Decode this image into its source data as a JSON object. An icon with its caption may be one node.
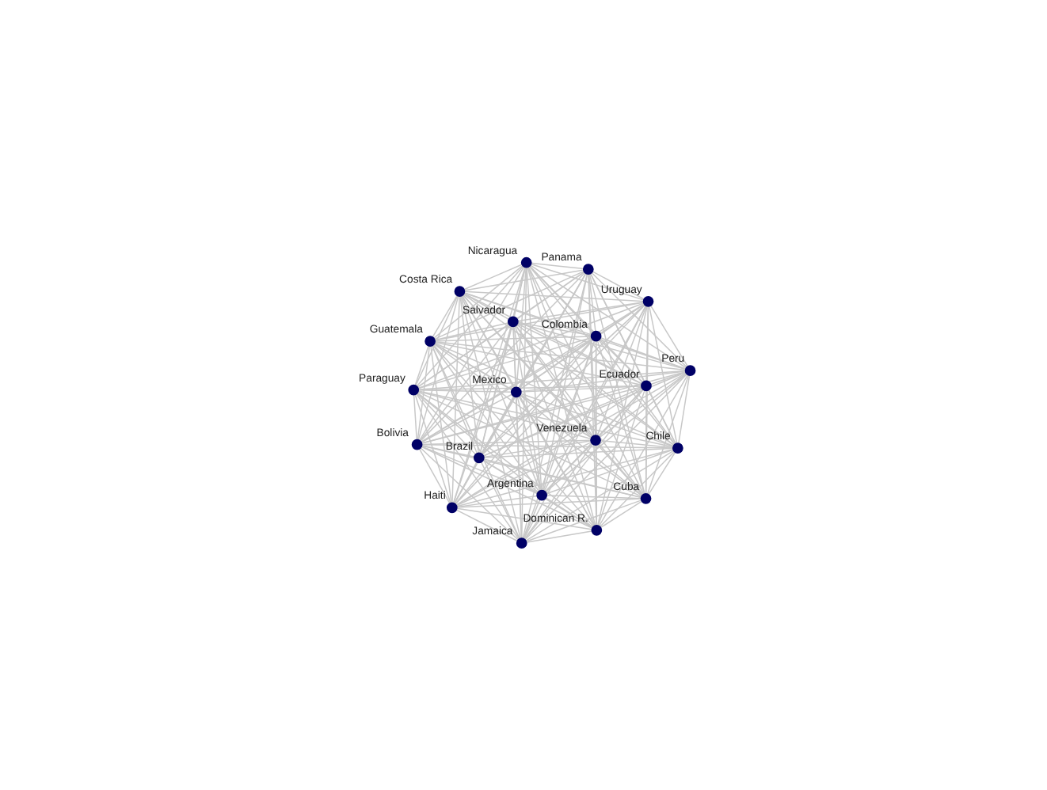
{
  "diagram": {
    "nodes": [
      {
        "text": [],
        "shape": "circle",
        "beside": [
          "Bolivia"
        ]
      },
      {
        "text": [],
        "shape": "circle",
        "beside": [
          "Ecuador"
        ]
      },
      {
        "text": [],
        "shape": "circle",
        "beside": [
          "Jamaica"
        ]
      },
      {
        "text": [],
        "shape": "circle",
        "beside": [
          "Nicaragua"
        ]
      },
      {
        "text": [],
        "shape": "circle",
        "beside": [
          "Colombia"
        ]
      },
      {
        "text": [],
        "shape": "circle",
        "beside": [
          "Mexico"
        ]
      },
      {
        "text": [],
        "shape": "circle",
        "beside": [
          "Haiti"
        ]
      },
      {
        "text": [],
        "shape": "circle",
        "beside": [
          "Chile"
        ]
      },
      {
        "text": [],
        "shape": "circle",
        "beside": [
          "Brazil"
        ]
      },
      {
        "text": [],
        "shape": "circle",
        "beside": [
          "Dominican R."
        ]
      },
      {
        "text": [],
        "shape": "circle",
        "beside": [
          "Argentina"
        ]
      },
      {
        "text": [],
        "shape": "circle",
        "beside": [
          "Paraguay"
        ]
      },
      {
        "text": [],
        "shape": "circle",
        "beside": [
          "Peru"
        ]
      },
      {
        "text": [],
        "shape": "circle",
        "beside": [
          "Uruguay"
        ]
      },
      {
        "text": [],
        "shape": "circle",
        "beside": [
          "Panama"
        ]
      },
      {
        "text": [],
        "shape": "circle",
        "beside": [
          "Venezuela"
        ]
      },
      {
        "text": [],
        "shape": "circle",
        "beside": [
          "Cuba"
        ]
      },
      {
        "text": [],
        "shape": "circle",
        "beside": [
          "Costa Rica"
        ]
      },
      {
        "text": [],
        "shape": "circle",
        "beside": [
          "Guatemala"
        ]
      },
      {
        "text": [],
        "shape": "circle",
        "beside": [
          "Salvador"
        ]
      }
    ],
    "edges": [
      {
        "from": 0,
        "to": 1,
        "arrow": "none"
      },
      {
        "from": 0,
        "to": 2,
        "arrow": "none"
      },
      {
        "from": 0,
        "to": 3,
        "arrow": "none"
      },
      {
        "from": 0,
        "to": 4,
        "arrow": "none"
      },
      {
        "from": 0,
        "to": 5,
        "arrow": "none"
      },
      {
        "from": 0,
        "to": 6,
        "arrow": "none"
      },
      {
        "from": 0,
        "to": 7,
        "arrow": "none"
      },
      {
        "from": 0,
        "to": 8,
        "arrow": "none"
      },
      {
        "from": 0,
        "to": 9,
        "arrow": "none"
      },
      {
        "from": 0,
        "to": 10,
        "arrow": "none"
      },
      {
        "from": 0,
        "to": 11,
        "arrow": "none"
      },
      {
        "from": 0,
        "to": 12,
        "arrow": "none"
      },
      {
        "from": 0,
        "to": 13,
        "arrow": "none"
      },
      {
        "from": 0,
        "to": 14,
        "arrow": "none"
      },
      {
        "from": 0,
        "to": 15,
        "arrow": "none"
      },
      {
        "from": 0,
        "to": 16,
        "arrow": "none"
      },
      {
        "from": 0,
        "to": 17,
        "arrow": "none"
      },
      {
        "from": 0,
        "to": 18,
        "arrow": "none"
      },
      {
        "from": 0,
        "to": 19,
        "arrow": "none"
      },
      {
        "from": 1,
        "to": 2,
        "arrow": "none"
      },
      {
        "from": 1,
        "to": 3,
        "arrow": "none"
      },
      {
        "from": 1,
        "to": 4,
        "arrow": "none"
      },
      {
        "from": 1,
        "to": 5,
        "arrow": "none"
      },
      {
        "from": 1,
        "to": 6,
        "arrow": "none"
      },
      {
        "from": 1,
        "to": 7,
        "arrow": "none"
      },
      {
        "from": 1,
        "to": 8,
        "arrow": "none"
      },
      {
        "from": 1,
        "to": 9,
        "arrow": "none"
      },
      {
        "from": 1,
        "to": 10,
        "arrow": "none"
      },
      {
        "from": 1,
        "to": 11,
        "arrow": "none"
      },
      {
        "from": 1,
        "to": 12,
        "arrow": "none"
      },
      {
        "from": 1,
        "to": 13,
        "arrow": "none"
      },
      {
        "from": 1,
        "to": 14,
        "arrow": "none"
      },
      {
        "from": 1,
        "to": 15,
        "arrow": "none"
      },
      {
        "from": 1,
        "to": 16,
        "arrow": "none"
      },
      {
        "from": 1,
        "to": 17,
        "arrow": "none"
      },
      {
        "from": 1,
        "to": 18,
        "arrow": "none"
      },
      {
        "from": 1,
        "to": 19,
        "arrow": "none"
      },
      {
        "from": 2,
        "to": 3,
        "arrow": "none"
      },
      {
        "from": 2,
        "to": 4,
        "arrow": "none"
      },
      {
        "from": 2,
        "to": 5,
        "arrow": "none"
      },
      {
        "from": 2,
        "to": 6,
        "arrow": "none"
      },
      {
        "from": 2,
        "to": 7,
        "arrow": "none"
      },
      {
        "from": 2,
        "to": 8,
        "arrow": "none"
      },
      {
        "from": 2,
        "to": 9,
        "arrow": "none"
      },
      {
        "from": 2,
        "to": 10,
        "arrow": "none"
      },
      {
        "from": 2,
        "to": 11,
        "arrow": "none"
      },
      {
        "from": 2,
        "to": 12,
        "arrow": "none"
      },
      {
        "from": 2,
        "to": 13,
        "arrow": "none"
      },
      {
        "from": 2,
        "to": 14,
        "arrow": "none"
      },
      {
        "from": 2,
        "to": 15,
        "arrow": "none"
      },
      {
        "from": 2,
        "to": 16,
        "arrow": "none"
      },
      {
        "from": 2,
        "to": 17,
        "arrow": "none"
      },
      {
        "from": 2,
        "to": 18,
        "arrow": "none"
      },
      {
        "from": 2,
        "to": 19,
        "arrow": "none"
      },
      {
        "from": 3,
        "to": 4,
        "arrow": "none"
      },
      {
        "from": 3,
        "to": 5,
        "arrow": "none"
      },
      {
        "from": 3,
        "to": 6,
        "arrow": "none"
      },
      {
        "from": 3,
        "to": 7,
        "arrow": "none"
      },
      {
        "from": 3,
        "to": 8,
        "arrow": "none"
      },
      {
        "from": 3,
        "to": 9,
        "arrow": "none"
      },
      {
        "from": 3,
        "to": 10,
        "arrow": "none"
      },
      {
        "from": 3,
        "to": 11,
        "arrow": "none"
      },
      {
        "from": 3,
        "to": 12,
        "arrow": "none"
      },
      {
        "from": 3,
        "to": 13,
        "arrow": "none"
      },
      {
        "from": 3,
        "to": 14,
        "arrow": "none"
      },
      {
        "from": 3,
        "to": 15,
        "arrow": "none"
      },
      {
        "from": 3,
        "to": 16,
        "arrow": "none"
      },
      {
        "from": 3,
        "to": 17,
        "arrow": "none"
      },
      {
        "from": 3,
        "to": 18,
        "arrow": "none"
      },
      {
        "from": 3,
        "to": 19,
        "arrow": "none"
      },
      {
        "from": 4,
        "to": 5,
        "arrow": "none"
      },
      {
        "from": 4,
        "to": 6,
        "arrow": "none"
      },
      {
        "from": 4,
        "to": 7,
        "arrow": "none"
      },
      {
        "from": 4,
        "to": 8,
        "arrow": "none"
      },
      {
        "from": 4,
        "to": 9,
        "arrow": "none"
      },
      {
        "from": 4,
        "to": 10,
        "arrow": "none"
      },
      {
        "from": 4,
        "to": 11,
        "arrow": "none"
      },
      {
        "from": 4,
        "to": 12,
        "arrow": "none"
      },
      {
        "from": 4,
        "to": 13,
        "arrow": "none"
      },
      {
        "from": 4,
        "to": 14,
        "arrow": "none"
      },
      {
        "from": 4,
        "to": 15,
        "arrow": "none"
      },
      {
        "from": 4,
        "to": 16,
        "arrow": "none"
      },
      {
        "from": 4,
        "to": 17,
        "arrow": "none"
      },
      {
        "from": 4,
        "to": 18,
        "arrow": "none"
      },
      {
        "from": 4,
        "to": 19,
        "arrow": "none"
      },
      {
        "from": 5,
        "to": 6,
        "arrow": "none"
      },
      {
        "from": 5,
        "to": 7,
        "arrow": "none"
      },
      {
        "from": 5,
        "to": 8,
        "arrow": "none"
      },
      {
        "from": 5,
        "to": 9,
        "arrow": "none"
      },
      {
        "from": 5,
        "to": 10,
        "arrow": "none"
      },
      {
        "from": 5,
        "to": 11,
        "arrow": "none"
      },
      {
        "from": 5,
        "to": 12,
        "arrow": "none"
      },
      {
        "from": 5,
        "to": 13,
        "arrow": "none"
      },
      {
        "from": 5,
        "to": 14,
        "arrow": "none"
      },
      {
        "from": 5,
        "to": 15,
        "arrow": "none"
      },
      {
        "from": 5,
        "to": 16,
        "arrow": "none"
      },
      {
        "from": 5,
        "to": 17,
        "arrow": "none"
      },
      {
        "from": 5,
        "to": 18,
        "arrow": "none"
      },
      {
        "from": 5,
        "to": 19,
        "arrow": "none"
      },
      {
        "from": 6,
        "to": 7,
        "arrow": "none"
      },
      {
        "from": 6,
        "to": 8,
        "arrow": "none"
      },
      {
        "from": 6,
        "to": 9,
        "arrow": "none"
      },
      {
        "from": 6,
        "to": 10,
        "arrow": "none"
      },
      {
        "from": 6,
        "to": 11,
        "arrow": "none"
      },
      {
        "from": 6,
        "to": 12,
        "arrow": "none"
      },
      {
        "from": 6,
        "to": 13,
        "arrow": "none"
      },
      {
        "from": 6,
        "to": 14,
        "arrow": "none"
      },
      {
        "from": 6,
        "to": 15,
        "arrow": "none"
      },
      {
        "from": 6,
        "to": 16,
        "arrow": "none"
      },
      {
        "from": 6,
        "to": 17,
        "arrow": "none"
      },
      {
        "from": 6,
        "to": 18,
        "arrow": "none"
      },
      {
        "from": 6,
        "to": 19,
        "arrow": "none"
      },
      {
        "from": 7,
        "to": 8,
        "arrow": "none"
      },
      {
        "from": 7,
        "to": 9,
        "arrow": "none"
      },
      {
        "from": 7,
        "to": 10,
        "arrow": "none"
      },
      {
        "from": 7,
        "to": 11,
        "arrow": "none"
      },
      {
        "from": 7,
        "to": 12,
        "arrow": "none"
      },
      {
        "from": 7,
        "to": 13,
        "arrow": "none"
      },
      {
        "from": 7,
        "to": 14,
        "arrow": "none"
      },
      {
        "from": 7,
        "to": 15,
        "arrow": "none"
      },
      {
        "from": 7,
        "to": 16,
        "arrow": "none"
      },
      {
        "from": 7,
        "to": 17,
        "arrow": "none"
      },
      {
        "from": 7,
        "to": 18,
        "arrow": "none"
      },
      {
        "from": 7,
        "to": 19,
        "arrow": "none"
      },
      {
        "from": 8,
        "to": 9,
        "arrow": "none"
      },
      {
        "from": 8,
        "to": 10,
        "arrow": "none"
      },
      {
        "from": 8,
        "to": 11,
        "arrow": "none"
      },
      {
        "from": 8,
        "to": 12,
        "arrow": "none"
      },
      {
        "from": 8,
        "to": 13,
        "arrow": "none"
      },
      {
        "from": 8,
        "to": 14,
        "arrow": "none"
      },
      {
        "from": 8,
        "to": 15,
        "arrow": "none"
      },
      {
        "from": 8,
        "to": 16,
        "arrow": "none"
      },
      {
        "from": 8,
        "to": 17,
        "arrow": "none"
      },
      {
        "from": 8,
        "to": 18,
        "arrow": "none"
      },
      {
        "from": 8,
        "to": 19,
        "arrow": "none"
      },
      {
        "from": 9,
        "to": 10,
        "arrow": "none"
      },
      {
        "from": 9,
        "to": 11,
        "arrow": "none"
      },
      {
        "from": 9,
        "to": 12,
        "arrow": "none"
      },
      {
        "from": 9,
        "to": 13,
        "arrow": "none"
      },
      {
        "from": 9,
        "to": 14,
        "arrow": "none"
      },
      {
        "from": 9,
        "to": 15,
        "arrow": "none"
      },
      {
        "from": 9,
        "to": 16,
        "arrow": "none"
      },
      {
        "from": 9,
        "to": 17,
        "arrow": "none"
      },
      {
        "from": 9,
        "to": 18,
        "arrow": "none"
      },
      {
        "from": 9,
        "to": 19,
        "arrow": "none"
      },
      {
        "from": 10,
        "to": 11,
        "arrow": "none"
      },
      {
        "from": 10,
        "to": 12,
        "arrow": "none"
      },
      {
        "from": 10,
        "to": 13,
        "arrow": "none"
      },
      {
        "from": 10,
        "to": 14,
        "arrow": "none"
      },
      {
        "from": 10,
        "to": 15,
        "arrow": "none"
      },
      {
        "from": 10,
        "to": 16,
        "arrow": "none"
      },
      {
        "from": 10,
        "to": 17,
        "arrow": "none"
      },
      {
        "from": 10,
        "to": 18,
        "arrow": "none"
      },
      {
        "from": 10,
        "to": 19,
        "arrow": "none"
      },
      {
        "from": 11,
        "to": 12,
        "arrow": "none"
      },
      {
        "from": 11,
        "to": 13,
        "arrow": "none"
      },
      {
        "from": 11,
        "to": 14,
        "arrow": "none"
      },
      {
        "from": 11,
        "to": 15,
        "arrow": "none"
      },
      {
        "from": 11,
        "to": 16,
        "arrow": "none"
      },
      {
        "from": 11,
        "to": 17,
        "arrow": "none"
      },
      {
        "from": 11,
        "to": 18,
        "arrow": "none"
      },
      {
        "from": 11,
        "to": 19,
        "arrow": "none"
      },
      {
        "from": 12,
        "to": 13,
        "arrow": "none"
      },
      {
        "from": 12,
        "to": 14,
        "arrow": "none"
      },
      {
        "from": 12,
        "to": 15,
        "arrow": "none"
      },
      {
        "from": 12,
        "to": 16,
        "arrow": "none"
      },
      {
        "from": 12,
        "to": 17,
        "arrow": "none"
      },
      {
        "from": 12,
        "to": 18,
        "arrow": "none"
      },
      {
        "from": 12,
        "to": 19,
        "arrow": "none"
      },
      {
        "from": 13,
        "to": 14,
        "arrow": "none"
      },
      {
        "from": 13,
        "to": 15,
        "arrow": "none"
      },
      {
        "from": 13,
        "to": 16,
        "arrow": "none"
      },
      {
        "from": 13,
        "to": 17,
        "arrow": "none"
      },
      {
        "from": 13,
        "to": 18,
        "arrow": "none"
      },
      {
        "from": 13,
        "to": 19,
        "arrow": "none"
      },
      {
        "from": 14,
        "to": 15,
        "arrow": "none"
      },
      {
        "from": 14,
        "to": 16,
        "arrow": "none"
      },
      {
        "from": 14,
        "to": 17,
        "arrow": "none"
      },
      {
        "from": 14,
        "to": 18,
        "arrow": "none"
      },
      {
        "from": 14,
        "to": 19,
        "arrow": "none"
      },
      {
        "from": 15,
        "to": 16,
        "arrow": "none"
      },
      {
        "from": 15,
        "to": 17,
        "arrow": "none"
      },
      {
        "from": 15,
        "to": 18,
        "arrow": "none"
      },
      {
        "from": 15,
        "to": 19,
        "arrow": "none"
      },
      {
        "from": 16,
        "to": 17,
        "arrow": "none"
      },
      {
        "from": 16,
        "to": 18,
        "arrow": "none"
      },
      {
        "from": 16,
        "to": 19,
        "arrow": "none"
      },
      {
        "from": 17,
        "to": 18,
        "arrow": "none"
      },
      {
        "from": 17,
        "to": 19,
        "arrow": "none"
      },
      {
        "from": 18,
        "to": 19,
        "arrow": "none"
      }
    ]
  }
}
